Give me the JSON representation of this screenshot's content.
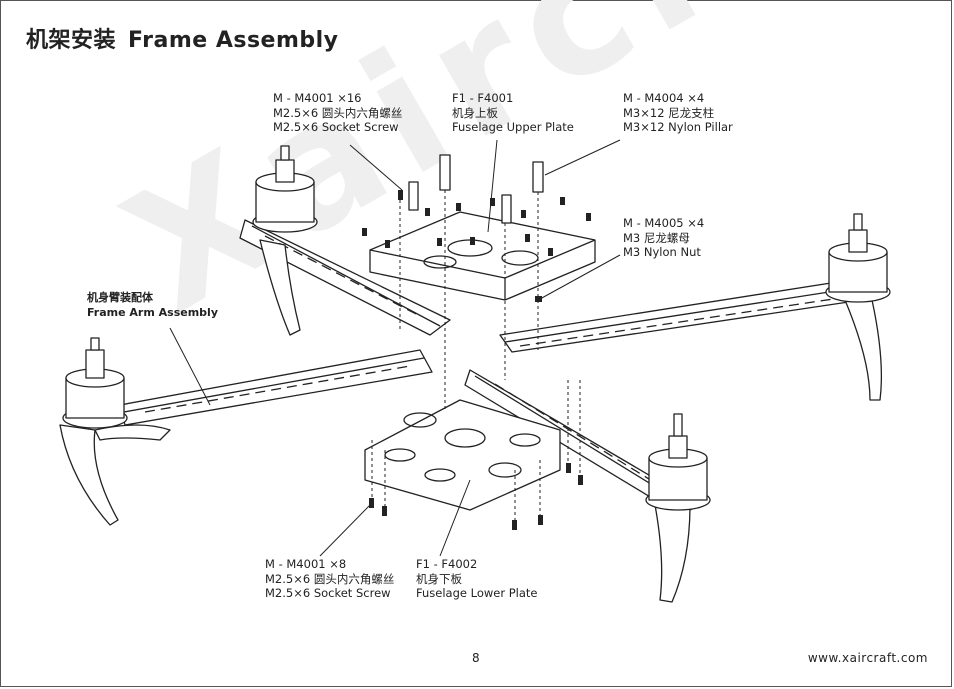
{
  "title": {
    "cn": "机架安装",
    "en": "Frame Assembly"
  },
  "watermark": "Xaircraft",
  "callouts": {
    "socket_screw_top": {
      "code": "M - M4001  ×16",
      "cn": "M2.5×6 圆头内六角螺丝",
      "en": "M2.5×6 Socket Screw"
    },
    "upper_plate": {
      "code": "F1 - F4001",
      "cn": "机身上板",
      "en": "Fuselage Upper Plate"
    },
    "nylon_pillar": {
      "code": "M - M4004  ×4",
      "cn": "M3×12 尼龙支柱",
      "en": "M3×12 Nylon Pillar"
    },
    "nylon_nut": {
      "code": "M - M4005  ×4",
      "cn": "M3 尼龙螺母",
      "en": "M3 Nylon Nut"
    },
    "frame_arm": {
      "cn": "机身臂装配体",
      "en": "Frame Arm Assembly"
    },
    "socket_screw_bottom": {
      "code": "M - M4001  ×8",
      "cn": "M2.5×6 圆头内六角螺丝",
      "en": "M2.5×6 Socket Screw"
    },
    "lower_plate": {
      "code": "F1 - F4002",
      "cn": "机身下板",
      "en": "Fuselage Lower Plate"
    }
  },
  "footer": {
    "page": "8",
    "website": "www.xaircraft.com"
  }
}
